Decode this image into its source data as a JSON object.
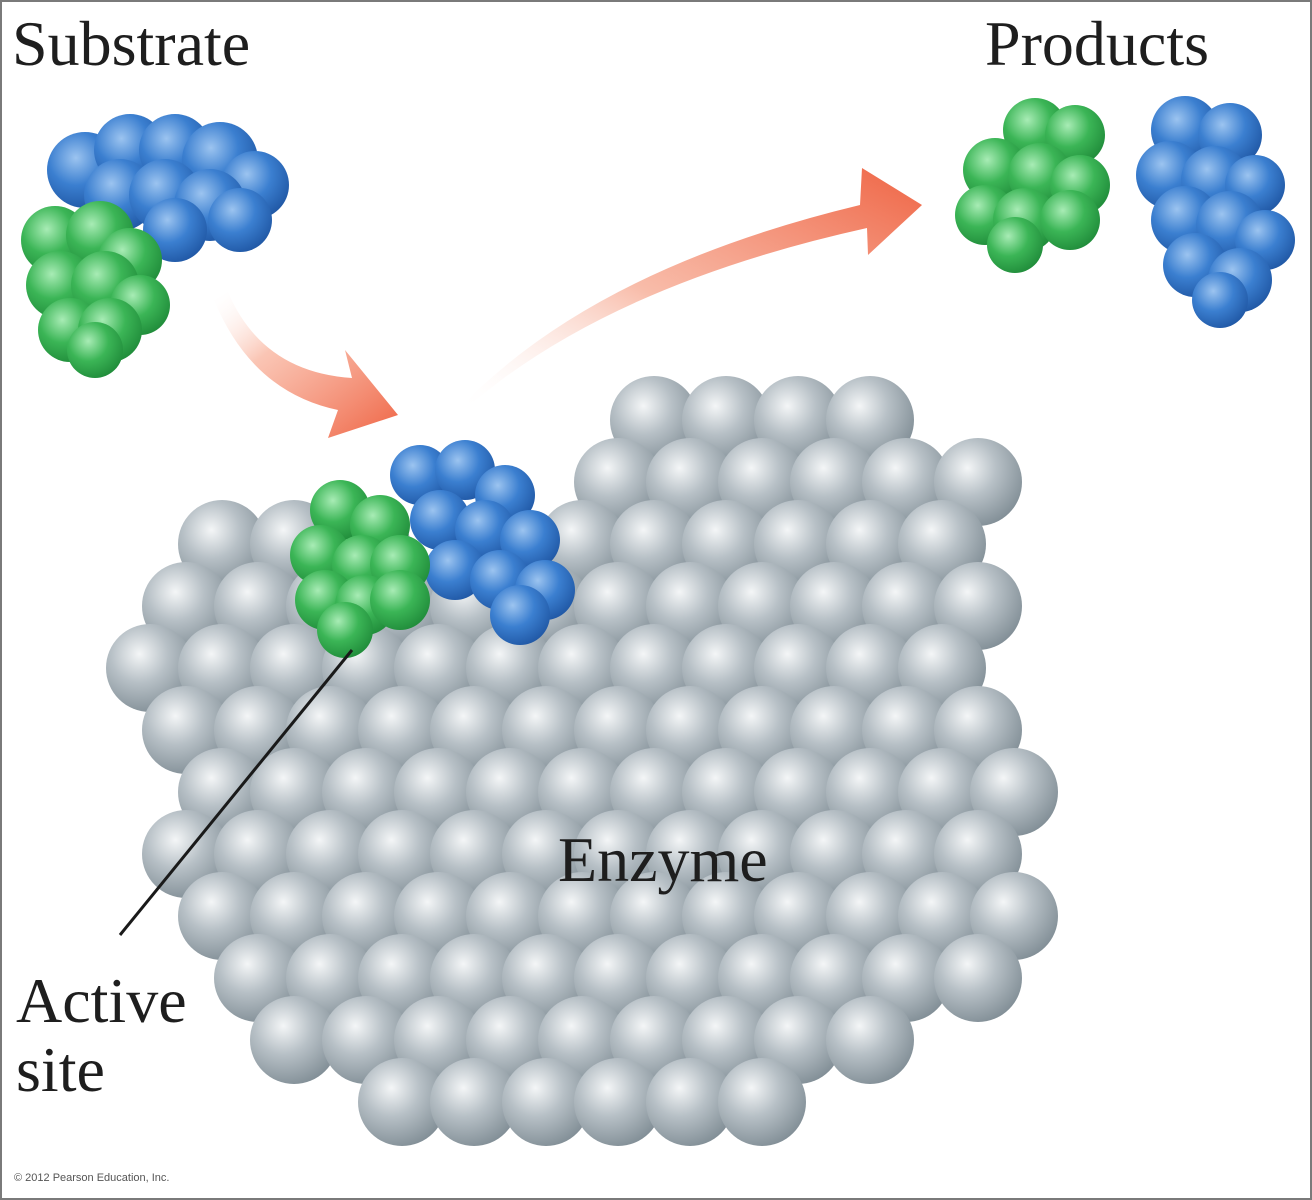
{
  "labels": {
    "substrate": "Substrate",
    "products": "Products",
    "enzyme": "Enzyme",
    "active_line1": "Active",
    "active_line2": "site",
    "copyright": "© 2012 Pearson Education, Inc."
  },
  "colors": {
    "enzyme": "#9aa6ad",
    "substrate_blue": "#2e6fbf",
    "substrate_green": "#2fa84c",
    "arrow": "#f06a4a",
    "label_text": "#1e1e1e"
  }
}
